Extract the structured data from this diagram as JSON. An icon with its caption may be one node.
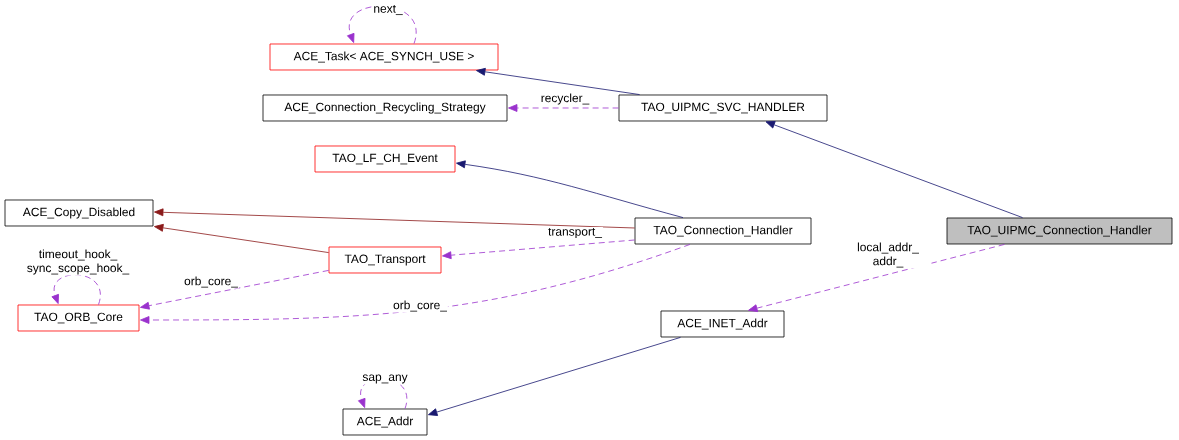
{
  "diagram": {
    "nodes": [
      {
        "text": [
          "ACE_Task< ACE_SYNCH_USE >"
        ]
      },
      {
        "text": [
          "ACE_Connection_Recycling_Strategy"
        ]
      },
      {
        "text": [
          "TAO_UIPMC_SVC_HANDLER"
        ]
      },
      {
        "text": [
          "TAO_LF_CH_Event"
        ]
      },
      {
        "text": [
          "ACE_Copy_Disabled"
        ]
      },
      {
        "text": [
          "TAO_Connection_Handler"
        ]
      },
      {
        "text": [
          "TAO_UIPMC_Connection_Handler"
        ]
      },
      {
        "text": [
          "TAO_Transport"
        ]
      },
      {
        "text": [
          "TAO_ORB_Core"
        ]
      },
      {
        "text": [
          "ACE_INET_Addr"
        ]
      },
      {
        "text": [
          "ACE_Addr"
        ]
      }
    ],
    "edges": [
      {
        "from": 2,
        "to": 0,
        "arrow": "to",
        "color": "#191970"
      },
      {
        "from": 2,
        "to": 1,
        "arrow": "to",
        "label": "recycler_",
        "style": "dashed"
      },
      {
        "from": 0,
        "to": 0,
        "arrow": "to",
        "label": "next_",
        "style": "dashed"
      },
      {
        "from": 6,
        "to": 2,
        "arrow": "to",
        "color": "#191970"
      },
      {
        "from": 5,
        "to": 3,
        "arrow": "to",
        "color": "#191970"
      },
      {
        "from": 5,
        "to": 4,
        "arrow": "to",
        "color": "#8b1a1a"
      },
      {
        "from": 7,
        "to": 4,
        "arrow": "to",
        "color": "#8b1a1a"
      },
      {
        "from": 5,
        "to": 7,
        "arrow": "to",
        "label": "transport_",
        "style": "dashed"
      },
      {
        "from": 7,
        "to": 8,
        "arrow": "to",
        "label": "orb_core_",
        "style": "dashed"
      },
      {
        "from": 5,
        "to": 8,
        "arrow": "to",
        "label": "orb_core_",
        "style": "dashed"
      },
      {
        "from": 8,
        "to": 8,
        "arrow": "to",
        "label": "timeout_hook_ sync_scope_hook_",
        "style": "dashed"
      },
      {
        "from": 6,
        "to": 9,
        "arrow": "to",
        "label": "local_addr_ addr_",
        "style": "dashed"
      },
      {
        "from": 9,
        "to": 10,
        "arrow": "to",
        "color": "#191970"
      },
      {
        "from": 10,
        "to": 10,
        "arrow": "to",
        "label": "sap_any",
        "style": "dashed"
      }
    ]
  }
}
